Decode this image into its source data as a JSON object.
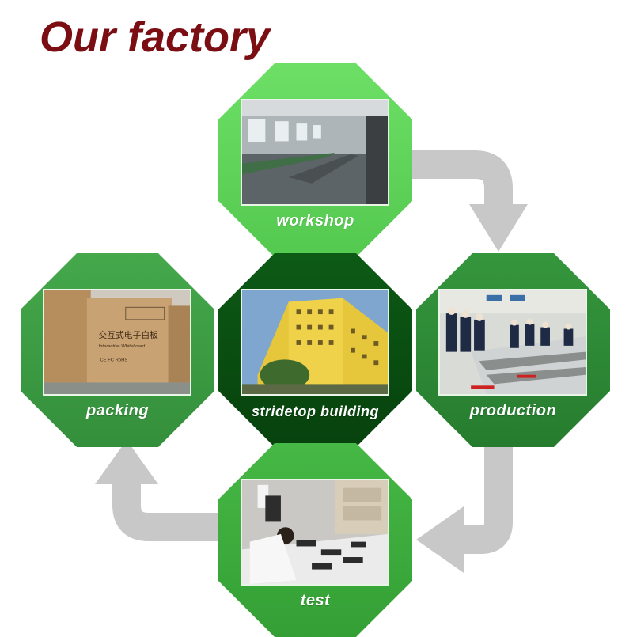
{
  "title": "Our factory",
  "colors": {
    "title": "#7a0e13",
    "top": "#5fd35a",
    "left": "#3c9a43",
    "center": "#0a4f12",
    "right": "#2e8a37",
    "bottom": "#3fb13f",
    "arrow": "#c8c8c8"
  },
  "stages": {
    "workshop": {
      "label": "workshop"
    },
    "production": {
      "label": "production"
    },
    "test": {
      "label": "test"
    },
    "packing": {
      "label": "packing"
    },
    "building": {
      "label": "stridetop building"
    }
  },
  "box_print": {
    "chinese": "交互式电子白板",
    "english": "Interactive Whiteboard",
    "marks": "CE FC RoHS"
  }
}
